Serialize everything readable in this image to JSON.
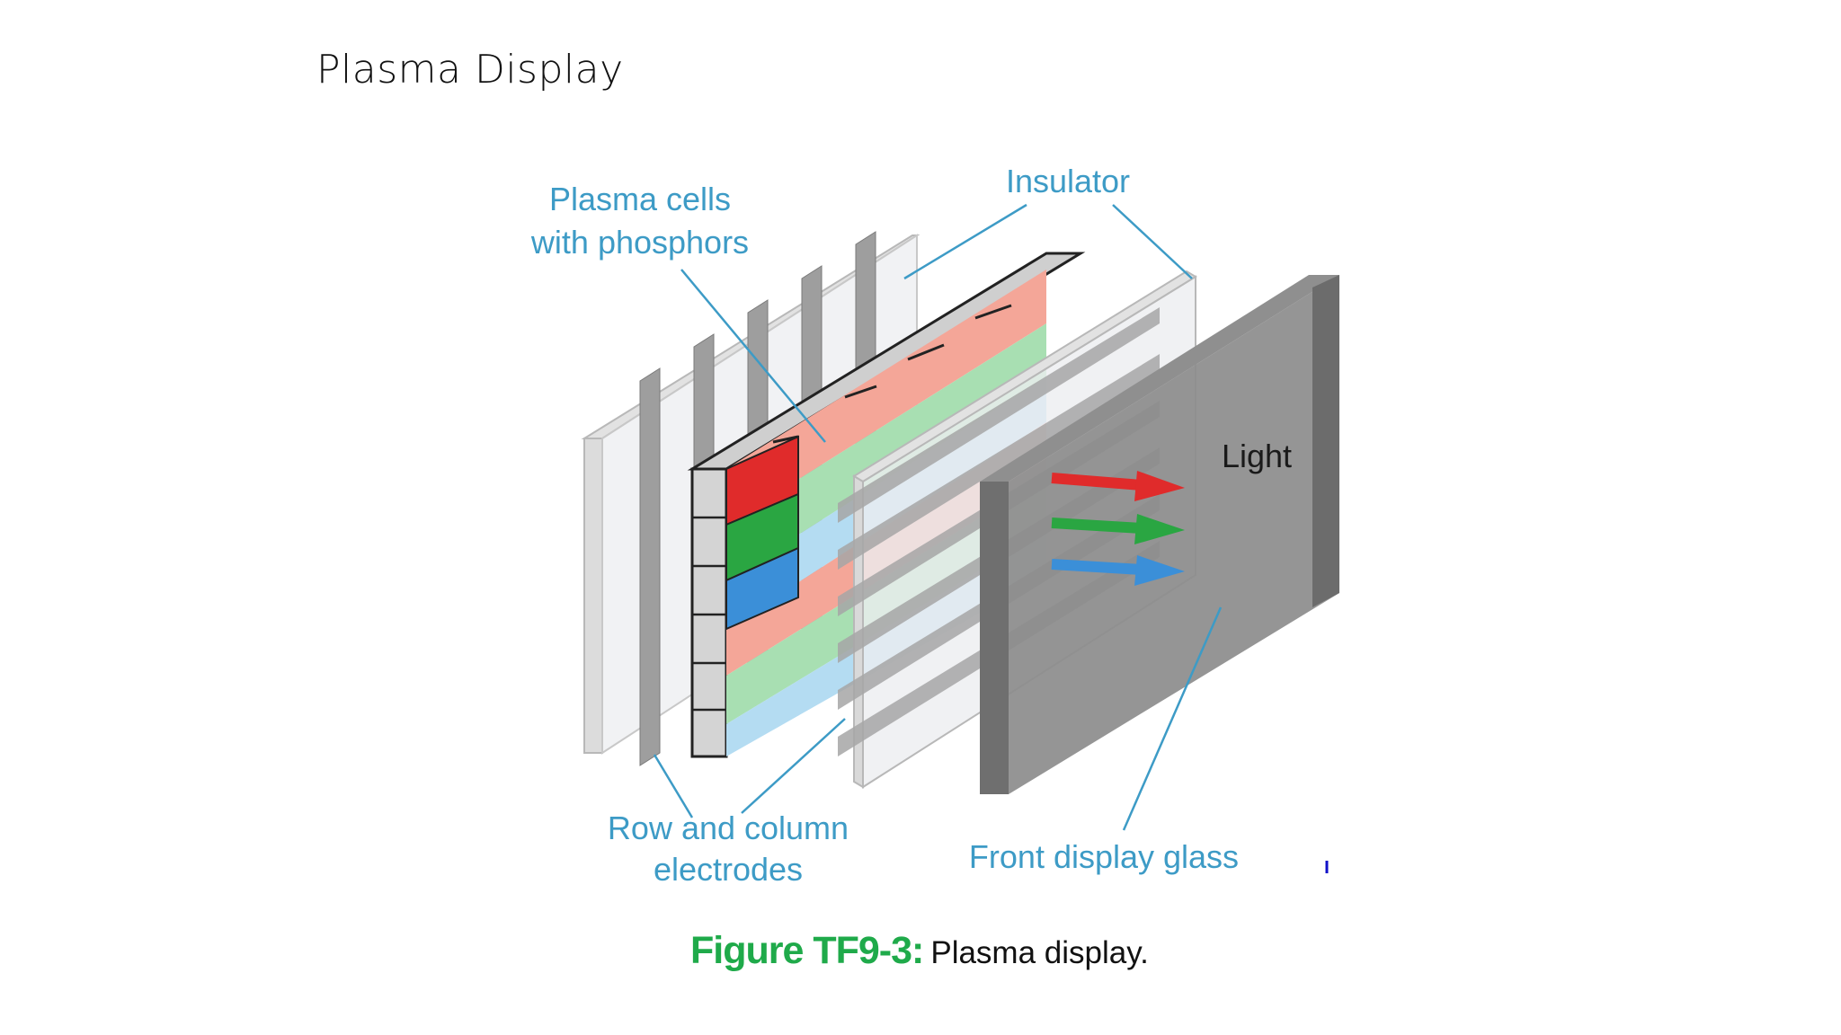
{
  "slide": {
    "title": "Plasma Display"
  },
  "diagram": {
    "labels": {
      "plasma_cells_line1": "Plasma cells",
      "plasma_cells_line2": "with phosphors",
      "insulator": "Insulator",
      "light": "Light",
      "electrodes_line1": "Row and column",
      "electrodes_line2": "electrodes",
      "front_glass": "Front display glass"
    },
    "colors": {
      "label_blue": "#3d9bc6",
      "red": "#e02b2b",
      "green": "#2aa642",
      "blue": "#3b8fd8",
      "caption_green": "#1faa4a"
    }
  },
  "caption": {
    "label": "Figure TF9-3:",
    "text": "Plasma display."
  }
}
